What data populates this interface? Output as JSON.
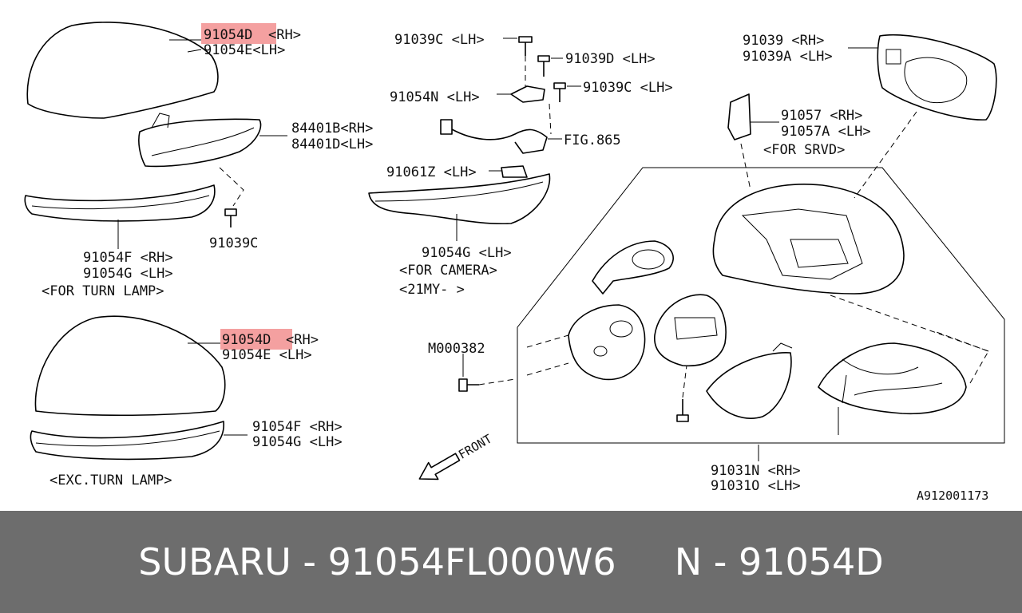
{
  "labels": {
    "cover_top_part": "91054D",
    "cover_top_rh": "<RH>",
    "cover_top_lh": "91054E<LH>",
    "lamp_rh": "84401B<RH>",
    "lamp_lh": "84401D<LH>",
    "lower_turn_rh": "91054F <RH>",
    "lower_turn_lh": "91054G <LH>",
    "for_turn_lamp": "<FOR TURN LAMP>",
    "screw_91039c_left": "91039C",
    "screw_91039c_top": "91039C <LH>",
    "screw_91039d": "91039D <LH>",
    "bracket_91054n": "91054N <LH>",
    "screw_91039c_mid": "91039C <LH>",
    "fig865": "FIG.865",
    "camera_91061z": "91061Z <LH>",
    "camera_lower": "91054G <LH>",
    "for_camera": "<FOR CAMERA>",
    "model_year": "<21MY-    >",
    "mirror_rh": "91039  <RH>",
    "mirror_lh": "91039A <LH>",
    "srvd_rh": "91057  <RH>",
    "srvd_lh": "91057A <LH>",
    "for_srvd": "<FOR SRVD>",
    "cover_bot_part": "91054D",
    "cover_bot_rh": "<RH>",
    "cover_bot_lh": "91054E <LH>",
    "lower_exc_rh": "91054F <RH>",
    "lower_exc_lh": "91054G <LH>",
    "exc_turn_lamp": "<EXC.TURN LAMP>",
    "m000382": "M000382",
    "front": "FRONT",
    "assy_rh": "91031N <RH>",
    "assy_lh": "91031O <LH>",
    "diagram_code": "A912001173"
  },
  "footer": {
    "text": "SUBARU - 91054FL000W6     N - 91054D"
  },
  "colors": {
    "highlight": "#f08080",
    "footer_bg": "#6d6d6d",
    "footer_text": "#ffffff"
  }
}
